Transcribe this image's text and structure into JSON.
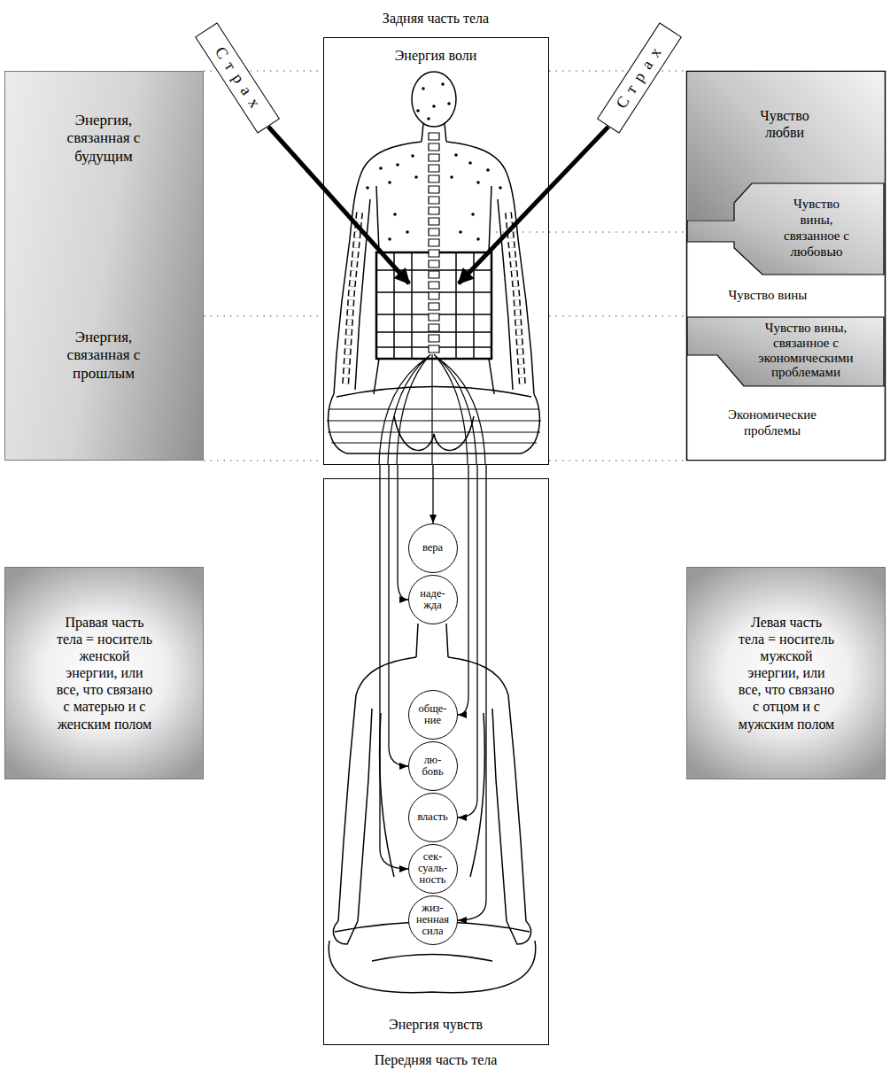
{
  "diagram": {
    "nodes": [
      {
        "text": [
          "Задняя часть тела",
          "Энергия воли"
        ]
      },
      {
        "text": [
          "Страх"
        ]
      },
      {
        "text": [
          "Страх"
        ]
      },
      {
        "text": [
          "Энергия, связанная с будущим",
          "Энергия, связанная с прошлым"
        ]
      },
      {
        "text": [
          "Чувство любви"
        ]
      },
      {
        "text": [
          "Чувство вины, связанное с любовью"
        ]
      },
      {
        "text": [
          "Чувство вины"
        ]
      },
      {
        "text": [
          "Чувство вины, связанное с экономическими проблемами"
        ]
      },
      {
        "text": [
          "Экономические проблемы"
        ]
      },
      {
        "text": [
          "Энергия чувств",
          "Передняя часть тела"
        ]
      },
      {
        "text": [
          "Правая часть тела = носитель женской энергии, или все, что связано с матерью и с женским полом"
        ]
      },
      {
        "text": [
          "Левая часть тела = носитель мужской энергии, или все, что связано с отцом и с мужским полом"
        ]
      },
      {
        "text": [
          "вера"
        ],
        "in": 9
      },
      {
        "text": [
          "наде- жда"
        ],
        "in": 9
      },
      {
        "text": [
          "обще- ние"
        ],
        "in": 9
      },
      {
        "text": [
          "лю- бовь"
        ],
        "in": 9
      },
      {
        "text": [
          "власть"
        ],
        "in": 9
      },
      {
        "text": [
          "сек- суаль- ность"
        ],
        "in": 9
      },
      {
        "text": [
          "жиз- ненная сила"
        ],
        "in": 9
      }
    ],
    "edges": [
      {
        "from": 0,
        "to": 12,
        "arrow": "to"
      },
      {
        "from": 0,
        "to": 13,
        "arrow": "to"
      },
      {
        "from": 0,
        "to": 14,
        "arrow": "to"
      },
      {
        "from": 0,
        "to": 15,
        "arrow": "to"
      },
      {
        "from": 0,
        "to": 16,
        "arrow": "to"
      },
      {
        "from": 0,
        "to": 17,
        "arrow": "to"
      },
      {
        "from": 0,
        "to": 18,
        "arrow": "to"
      }
    ]
  }
}
